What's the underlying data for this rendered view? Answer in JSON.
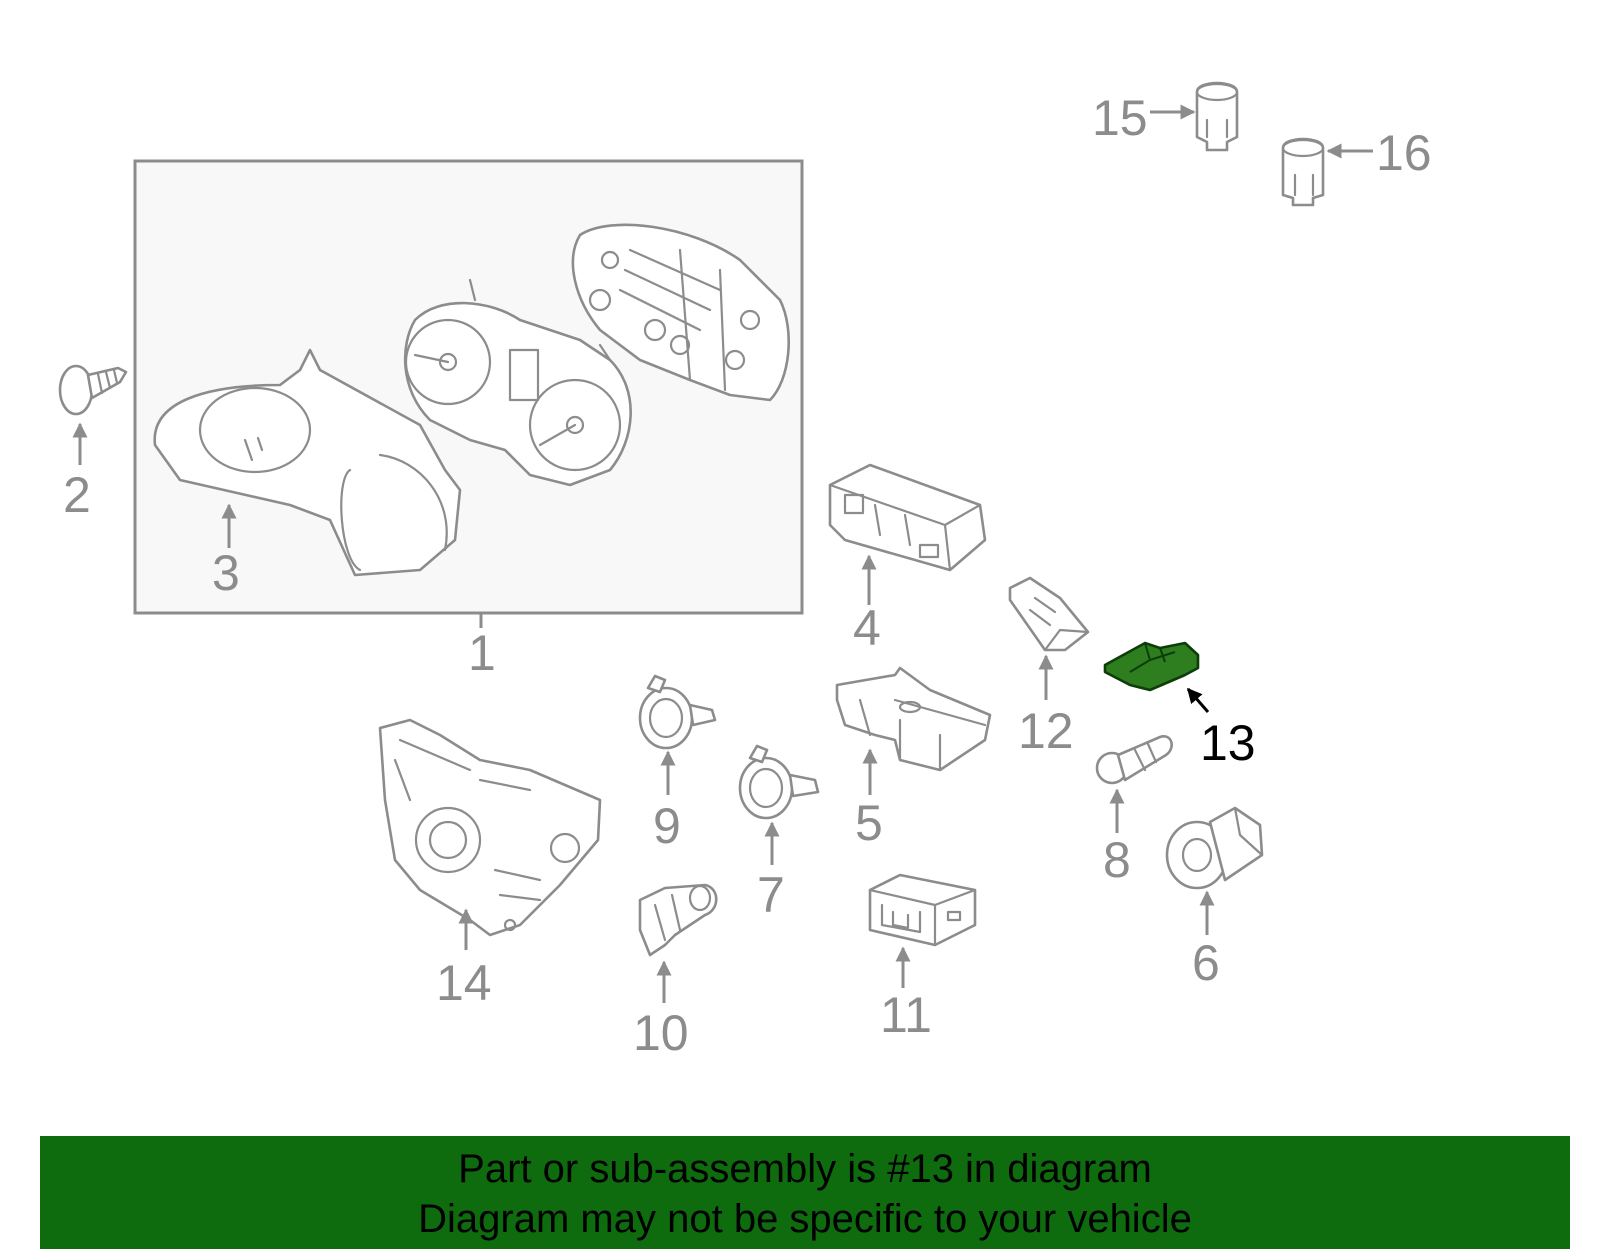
{
  "diagram": {
    "highlight_color": "#2e7d1f",
    "callouts": {
      "c1": "1",
      "c2": "2",
      "c3": "3",
      "c4": "4",
      "c5": "5",
      "c6": "6",
      "c7": "7",
      "c8": "8",
      "c9": "9",
      "c10": "10",
      "c11": "11",
      "c12": "12",
      "c13": "13",
      "c14": "14",
      "c15": "15",
      "c16": "16"
    },
    "highlighted_part": "13"
  },
  "banner": {
    "line1": "Part or sub-assembly is #13 in diagram",
    "line2": "Diagram may not be specific to your vehicle",
    "background": "#0e6b0e"
  }
}
